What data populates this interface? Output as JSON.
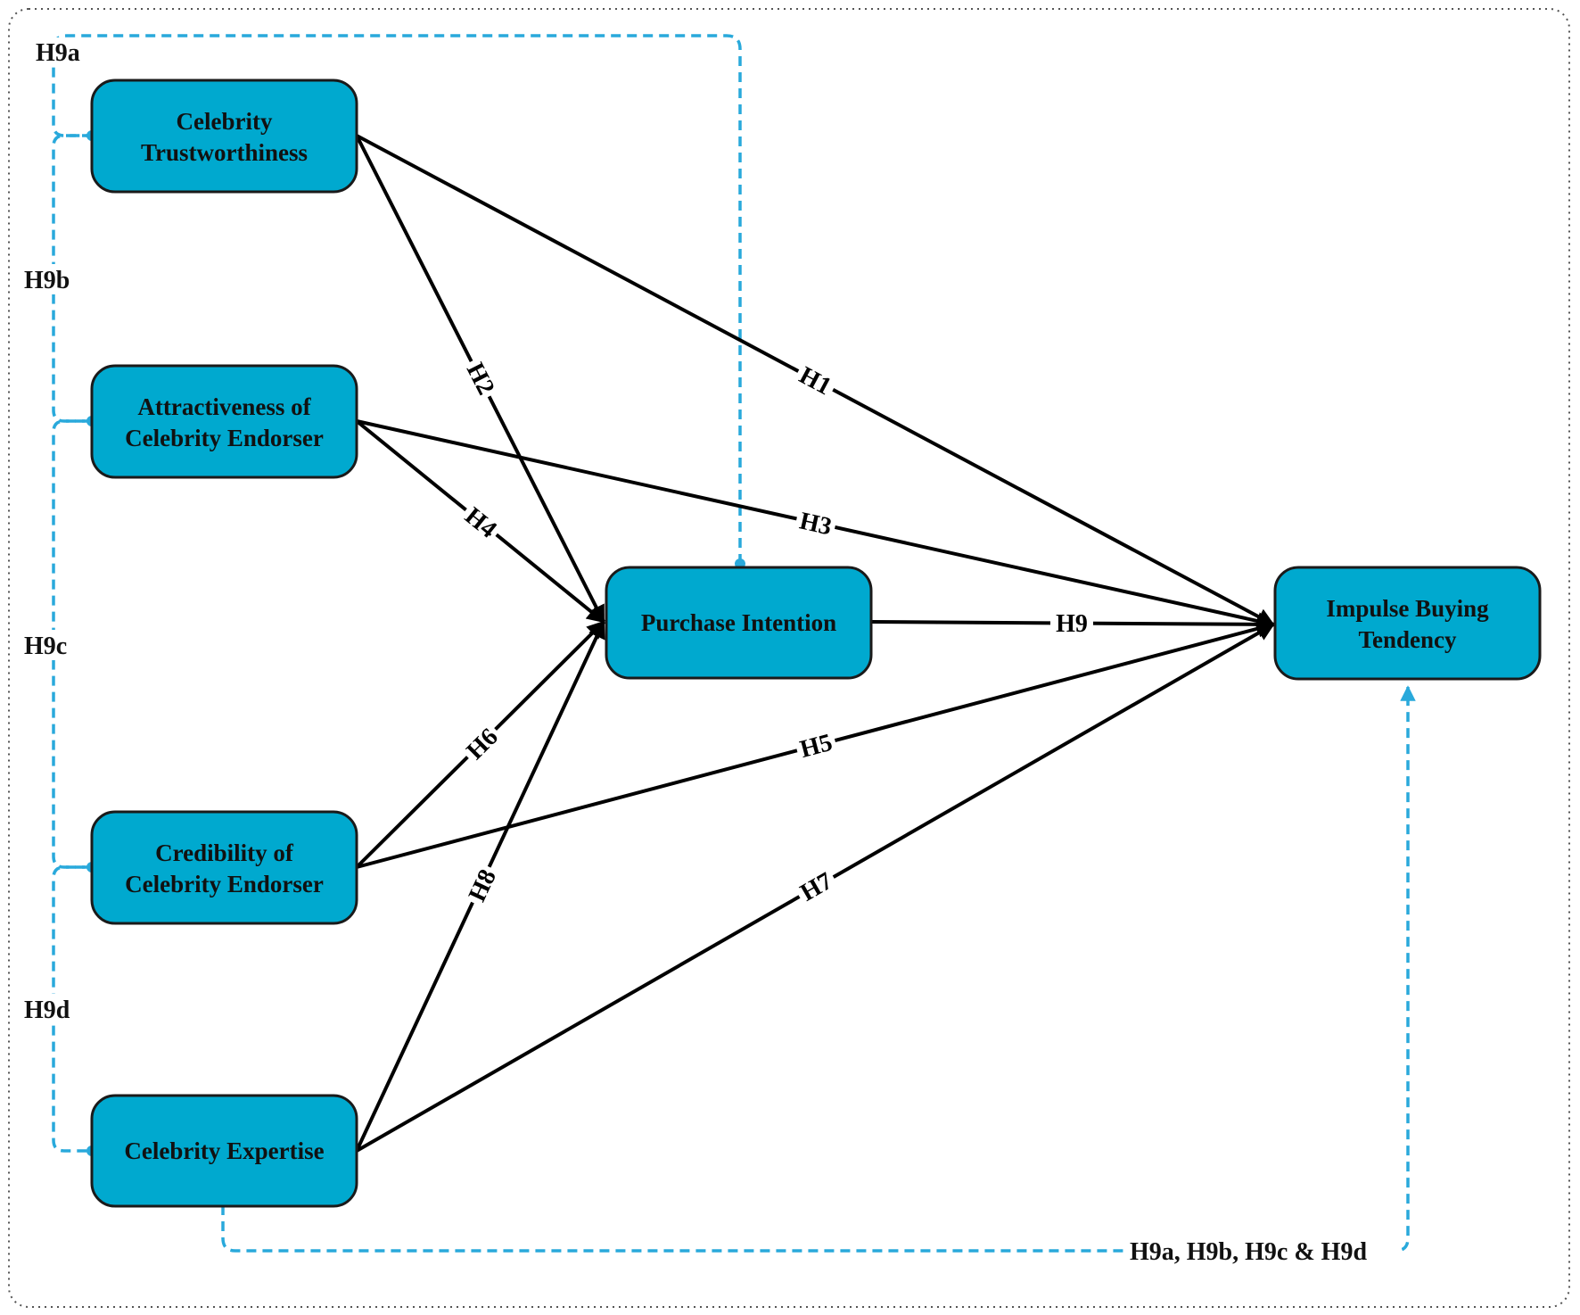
{
  "nodes": {
    "trust": {
      "lines": [
        "Celebrity",
        "Trustworthiness"
      ]
    },
    "attract": {
      "lines": [
        "Attractiveness of",
        "Celebrity Endorser"
      ]
    },
    "cred": {
      "lines": [
        "Credibility of",
        "Celebrity Endorser"
      ]
    },
    "expert": {
      "lines": [
        "Celebrity Expertise"
      ]
    },
    "pi": {
      "lines": [
        "Purchase Intention"
      ]
    },
    "ibt": {
      "lines": [
        "Impulse Buying",
        "Tendency"
      ]
    }
  },
  "paths": {
    "H1": "H1",
    "H2": "H2",
    "H3": "H3",
    "H4": "H4",
    "H5": "H5",
    "H6": "H6",
    "H7": "H7",
    "H8": "H8",
    "H9": "H9"
  },
  "mediation": {
    "h9a": "H9a",
    "h9b": "H9b",
    "h9c": "H9c",
    "h9d": "H9d",
    "combined": "H9a, H9b, H9c & H9d"
  },
  "colors": {
    "node_fill": "#00A9CF",
    "mediation_line": "#29A9DB",
    "direct_path": "#000000"
  }
}
